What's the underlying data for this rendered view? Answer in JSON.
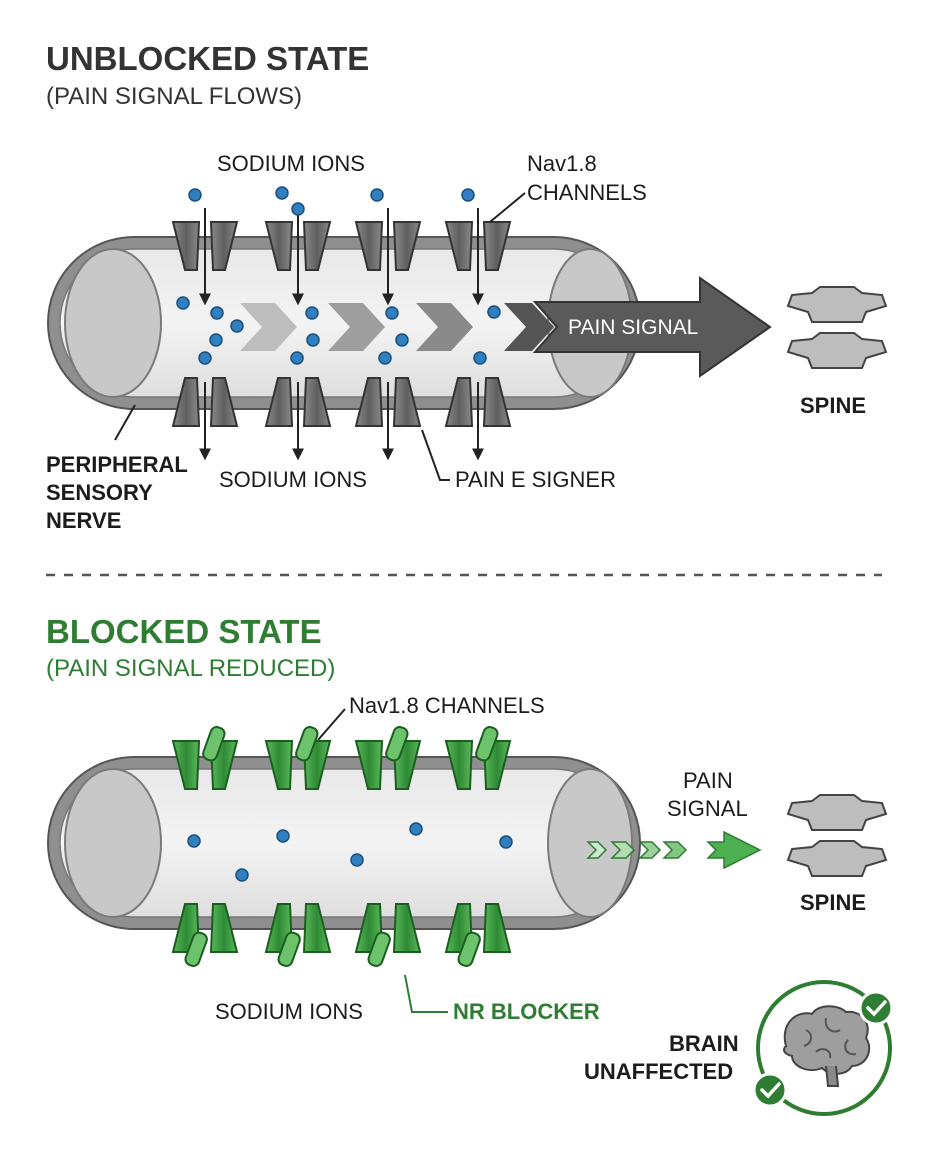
{
  "unblocked": {
    "title": "UNBLOCKED STATE",
    "subtitle": "(PAIN SIGNAL FLOWS)",
    "label_sodium_top": "SODIUM IONS",
    "label_channels_line1": "Nav1.8",
    "label_channels_line2": "CHANNELS",
    "label_signal": "PAIN SIGNAL",
    "label_spine": "SPINE",
    "label_nerve_line1": "PERIPHERAL",
    "label_nerve_line2": "SENSORY",
    "label_nerve_line3": "NERVE",
    "label_sodium_bottom": "SODIUM IONS",
    "label_pain_e_signer": "PAIN E SIGNER"
  },
  "blocked": {
    "title": "BLOCKED STATE",
    "subtitle": "(PAIN SIGNAL REDUCED)",
    "label_channels": "Nav1.8 CHANNELS",
    "label_signal_line1": "PAIN",
    "label_signal_line2": "SIGNAL",
    "label_spine": "SPINE",
    "label_sodium": "SODIUM IONS",
    "label_blocker": "NR BLOCKER",
    "label_brain_line1": "BRAIN",
    "label_brain_line2": "UNAFFECTED"
  },
  "colors": {
    "dark_text": "#333333",
    "green": "#2e7d32",
    "ion_blue": "#2f7fc1",
    "nerve_gray": "#9a9a9a",
    "channel_gray": "#6f6f6f",
    "channel_green": "#3d9a3f"
  },
  "icons": [
    "sodium-ion-icon",
    "channel-icon",
    "vertebra-icon",
    "brain-icon",
    "check-icon"
  ]
}
